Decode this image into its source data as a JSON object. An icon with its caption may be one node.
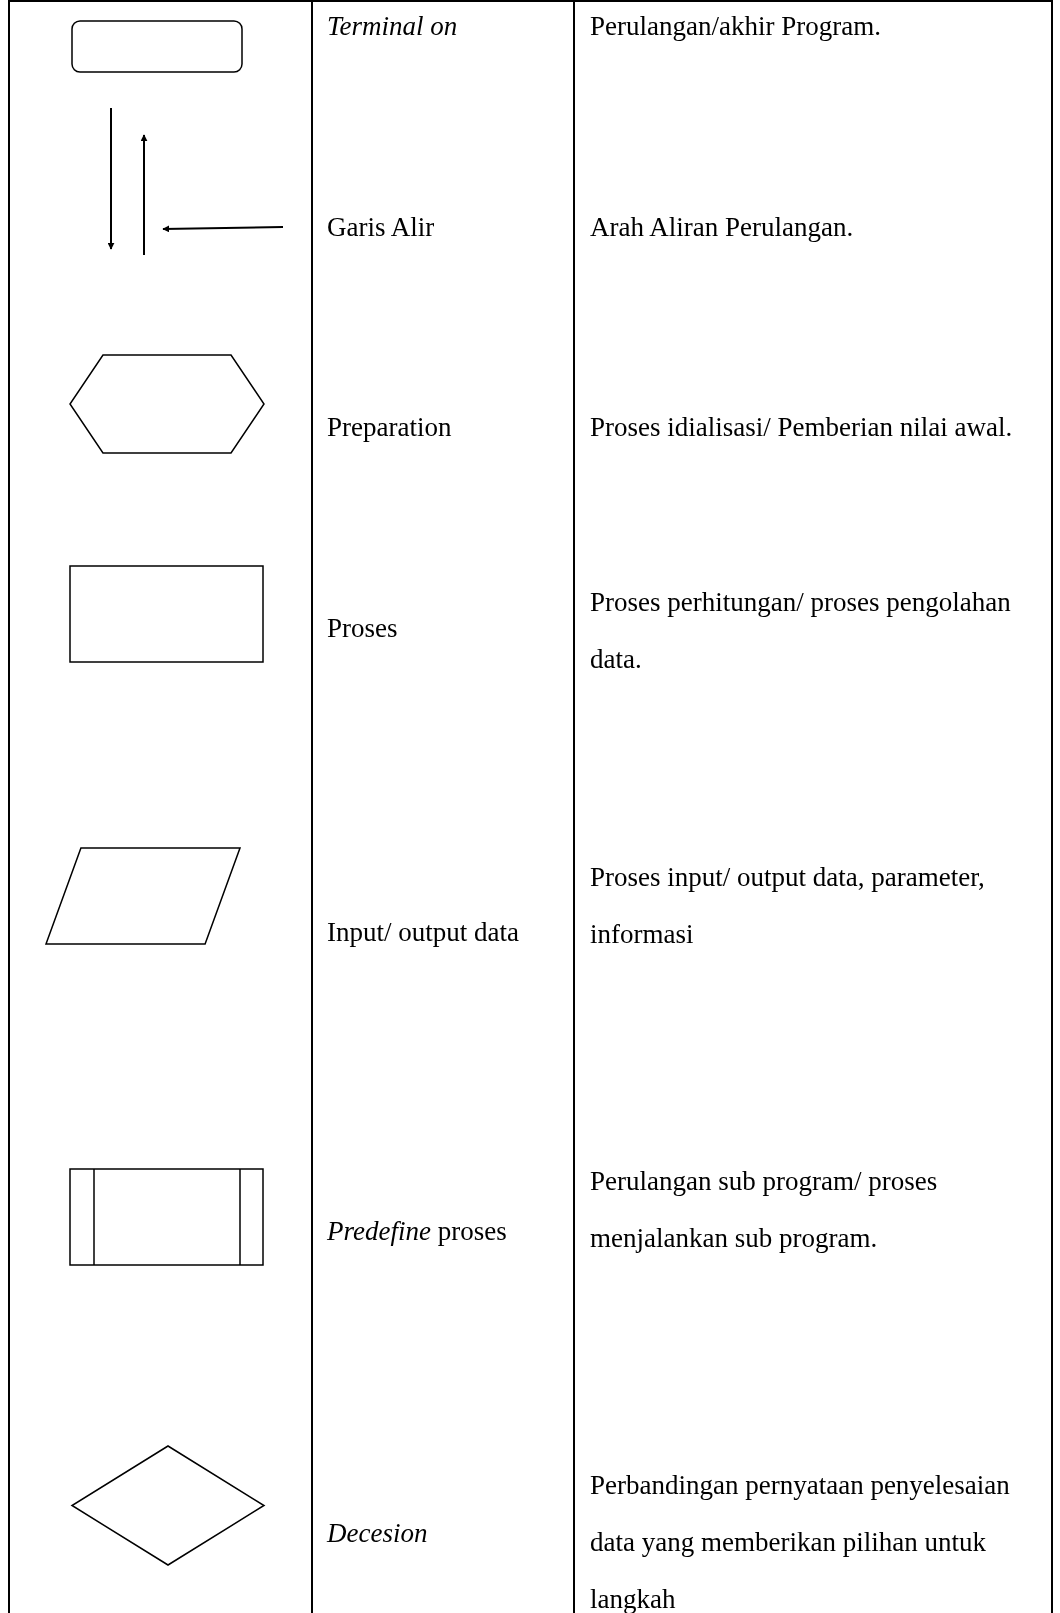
{
  "diagram": {
    "nodes": [
      {
        "text": [],
        "shape": "rounded-box"
      },
      {
        "text": [],
        "shape": "hexagon"
      },
      {
        "text": [],
        "shape": "box"
      },
      {
        "text": [],
        "shape": "parallelogram"
      },
      {
        "text": [],
        "shape": "subroutine"
      },
      {
        "text": [],
        "shape": "diamond"
      }
    ],
    "labels": [
      "Terminal on",
      "Perulangan/akhir Program.",
      "Garis  Alir",
      "Arah Aliran Perulangan.",
      "Preparation",
      "Proses idialisasi/ Pemberian nilai awal.",
      "Proses",
      "Proses perhitungan/ proses pengolahan data.",
      "Input/ output data",
      "Proses input/ output data, parameter, informasi",
      "*Predefine* proses",
      "Perulangan sub program/ proses menjalankan sub program.",
      "Decesion",
      "Perbandingan pernyataan penyelesaian data yang memberikan pilihan untuk langkah"
    ]
  }
}
